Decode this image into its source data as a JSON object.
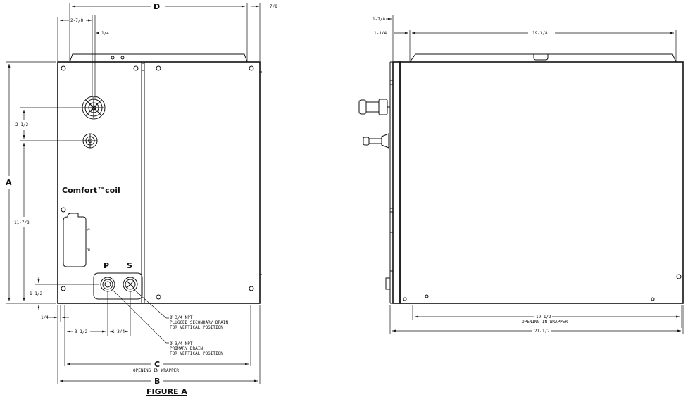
{
  "front_view": {
    "dim_D": "D",
    "dim_7_8": "7/8",
    "dim_2_7_8": "2-7/8",
    "dim_1_4_top": "1/4",
    "dim_A": "A",
    "dim_2_1_2": "2-1/2",
    "dim_11_7_8": "11-7/8",
    "dim_1_1_2": "1-1/2",
    "dim_1_4_bottom": "1/4",
    "dim_3_1_2": "3-1/2",
    "dim_1_3_4": "1-3/4",
    "dim_C": "C",
    "opening_in_wrapper": "OPENING IN WRAPPER",
    "dim_B": "B",
    "brand": "Comfort™coil",
    "label_P": "P",
    "label_S": "S",
    "label_p_small": "P",
    "label_s_small": "S",
    "secondary_drain_1": "Ø 3/4 NPT",
    "secondary_drain_2": "PLUGGED SECONDARY DRAIN",
    "secondary_drain_3": "FOR VERTICAL POSITION",
    "primary_drain_1": "Ø 3/4 NPT",
    "primary_drain_2": "PRIMARY DRAIN",
    "primary_drain_3": "FOR VERTICAL POSITION"
  },
  "side_view": {
    "dim_1_7_8": "1-7/8",
    "dim_1_1_4": "1-1/4",
    "dim_19_3_8": "19-3/8",
    "dim_19_1_2": "19-1/2",
    "opening_in_wrapper": "OPENING IN WRAPPER",
    "dim_21_1_2": "21-1/2"
  },
  "figure_caption": "FIGURE A"
}
